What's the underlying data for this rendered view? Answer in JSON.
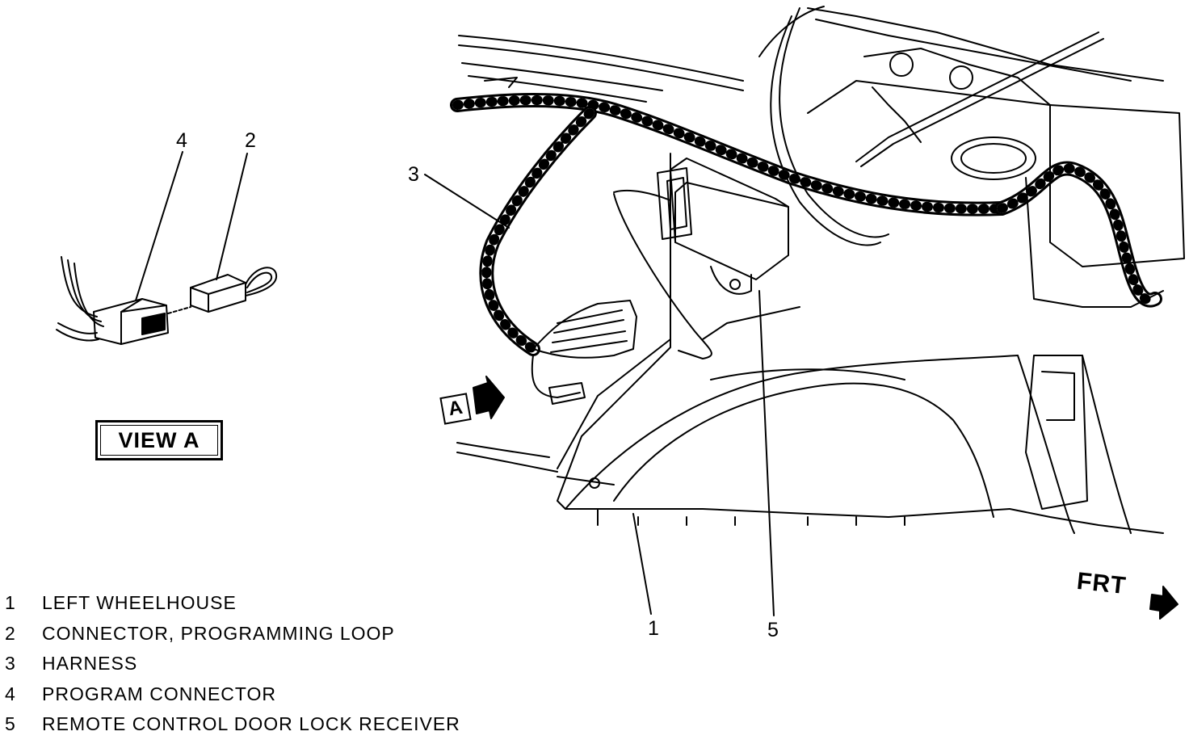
{
  "callouts": {
    "c1": "1",
    "c2": "2",
    "c3": "3",
    "c4": "4",
    "c5": "5"
  },
  "view_label": "VIEW A",
  "view_tag": "A",
  "direction_label": "FRT",
  "legend": [
    {
      "num": "1",
      "text": "LEFT WHEELHOUSE"
    },
    {
      "num": "2",
      "text": "CONNECTOR, PROGRAMMING LOOP"
    },
    {
      "num": "3",
      "text": "HARNESS"
    },
    {
      "num": "4",
      "text": "PROGRAM CONNECTOR"
    },
    {
      "num": "5",
      "text": "REMOTE CONTROL DOOR LOCK RECEIVER"
    }
  ]
}
